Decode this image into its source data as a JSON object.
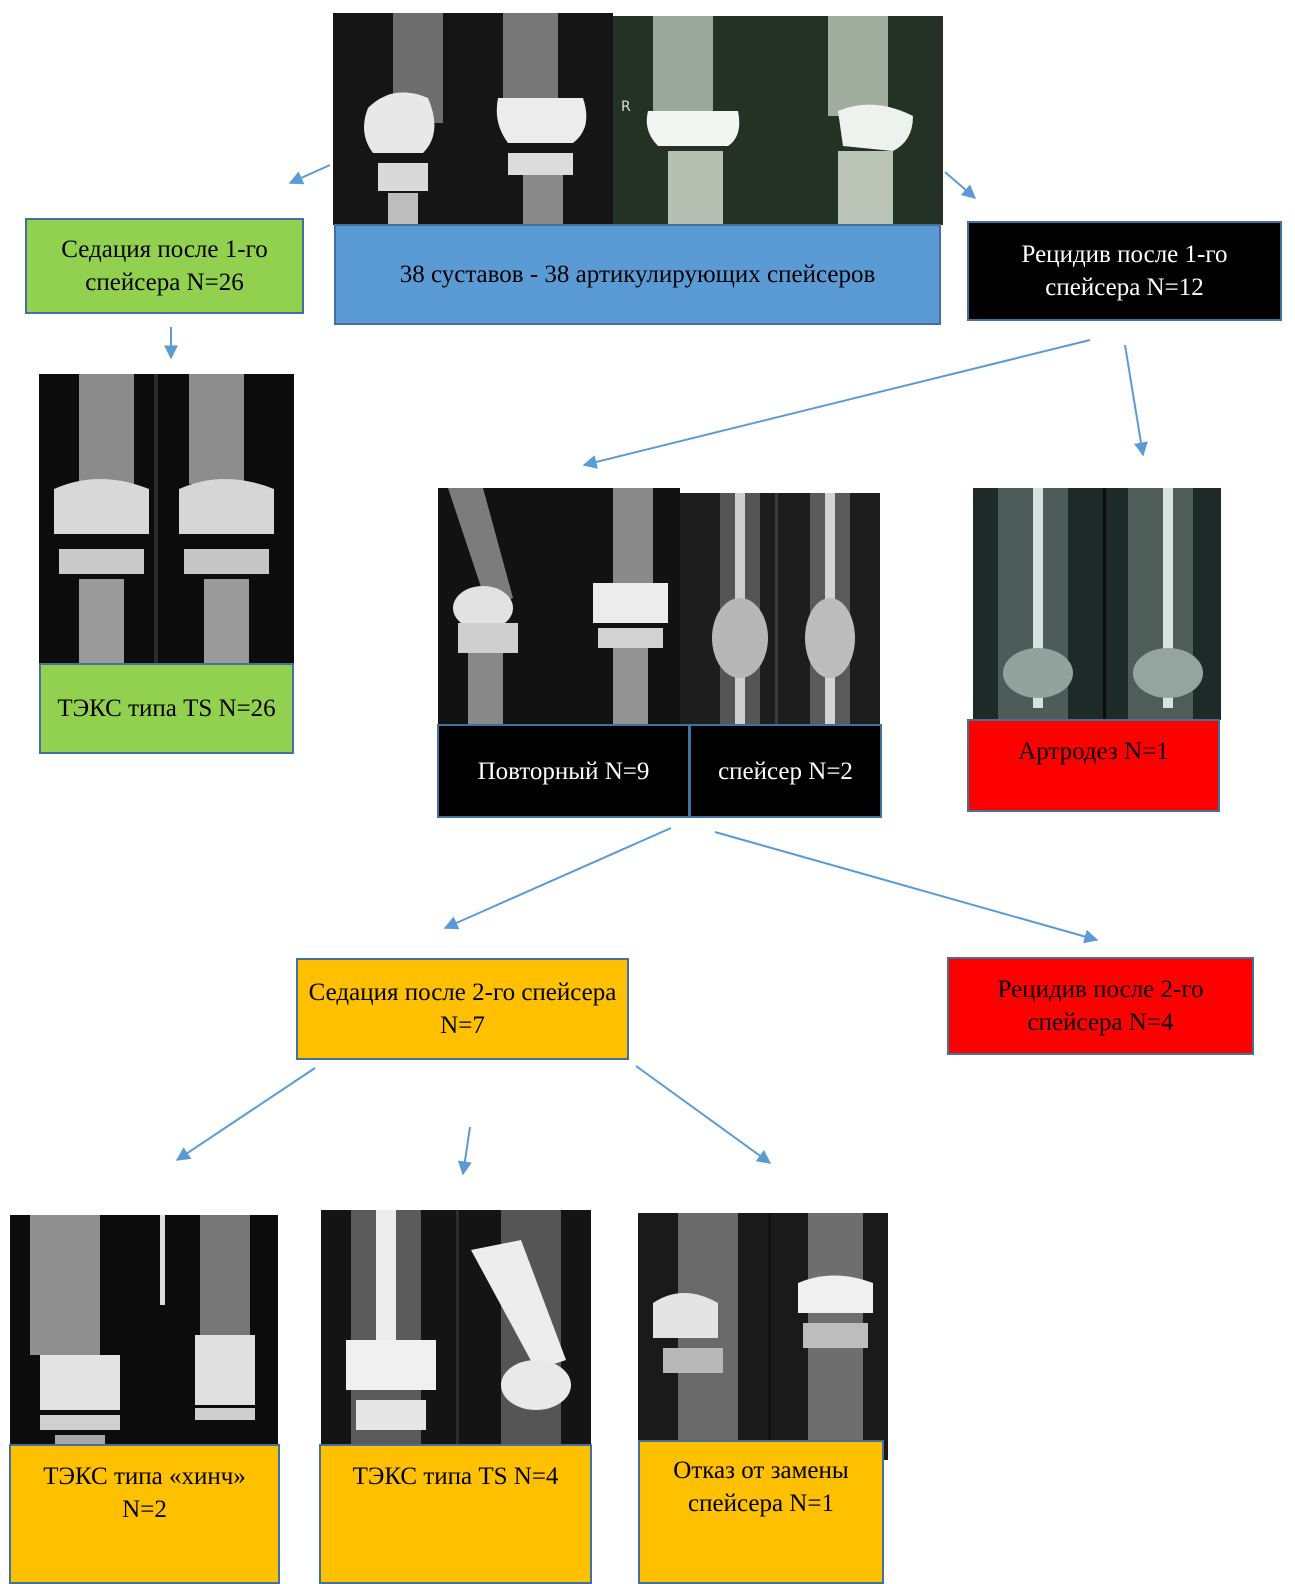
{
  "root": {
    "label": "38 суставов - 38 артикулирующих спейсеров"
  },
  "sedation1": {
    "label": "Седация после 1-го спейсера N=26"
  },
  "relapse1": {
    "label": "Рецидив после 1-го спейсера N=12"
  },
  "tka_ts_1": {
    "label": "ТЭКС типа TS N=26"
  },
  "repeat": {
    "label": "Повторный N=9"
  },
  "spacer": {
    "label": "спейсер N=2"
  },
  "arthrodesis": {
    "label": "Артродез N=1"
  },
  "sedation2": {
    "label": "Седация после 2-го спейсера N=7"
  },
  "relapse2": {
    "label": "Рецидив после 2-го спейсера N=4"
  },
  "tka_hinge": {
    "label": "ТЭКС типа «хинч» N=2"
  },
  "tka_ts_2": {
    "label": "ТЭКС типа TS N=4"
  },
  "refusal": {
    "label": "Отказ от замены спейсера N=1"
  },
  "colors": {
    "arrow": "#5b9bd5",
    "green": "#92d050",
    "blue": "#5b9bd5",
    "red": "#ff0000",
    "orange": "#ffc000",
    "border": "#41719c"
  }
}
